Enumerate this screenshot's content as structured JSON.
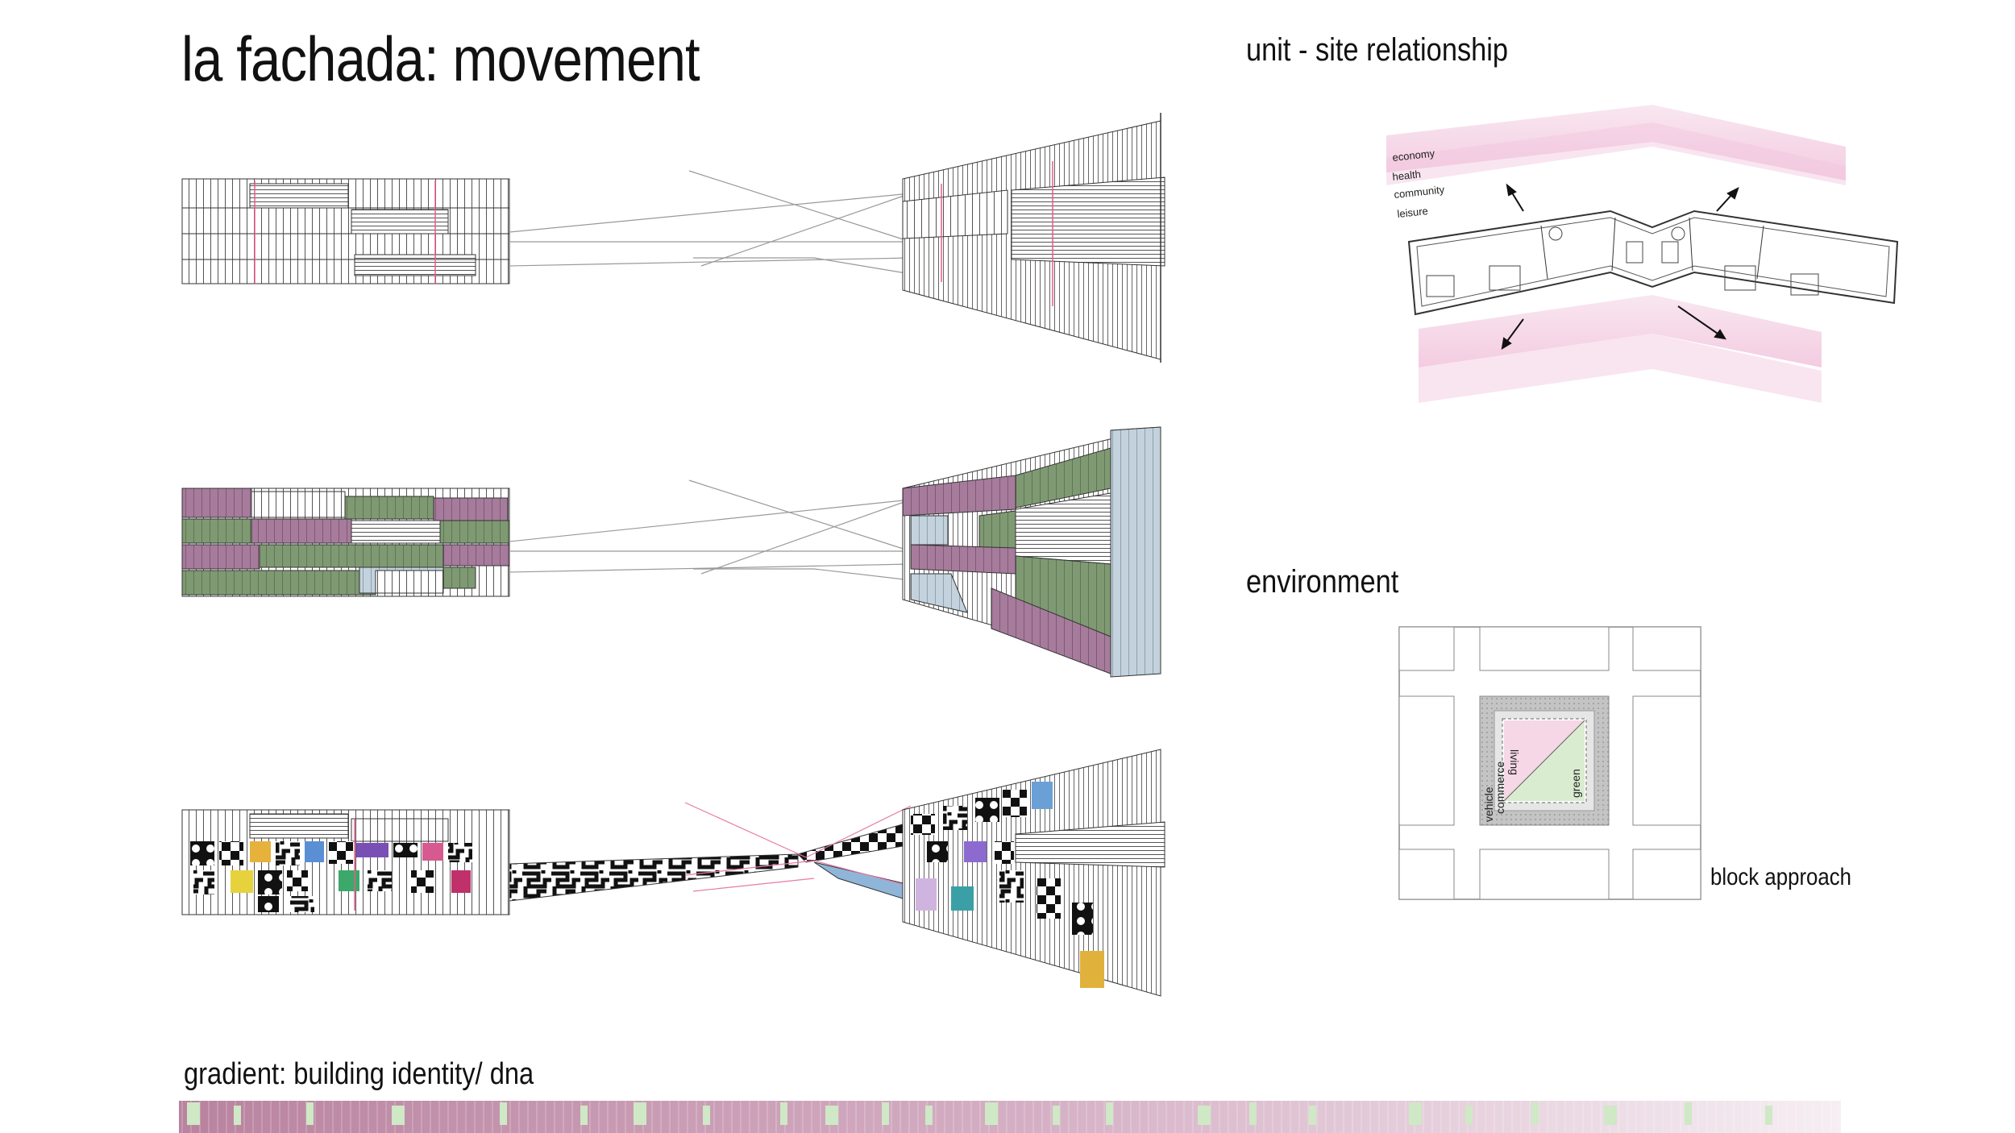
{
  "title": "la fachada: movement",
  "unit_site": {
    "heading": "unit - site relationship",
    "band_labels": [
      "economy",
      "health",
      "community",
      "leisure"
    ],
    "colors": {
      "band": "#f2c6dd",
      "band_light": "#f8e2ee"
    }
  },
  "environment": {
    "heading": "environment",
    "zone_labels": {
      "vehicle": "vehicle",
      "commerce": "commerce",
      "living": "living",
      "green": "green"
    },
    "caption": "block approach",
    "colors": {
      "living": "#f6d7e6",
      "green": "#d9ecd0",
      "ring": "#c9c9c9"
    }
  },
  "facades": {
    "colors": {
      "purple": "#a77b9c",
      "green": "#7f9a73",
      "blue": "#c3d2dc",
      "accent": "#e75a8a"
    }
  },
  "gradient": {
    "heading": "gradient: building identity/ dna",
    "colors": {
      "start": "#b9839f",
      "end": "#f6eef3",
      "green": "#cfe8c5"
    }
  }
}
